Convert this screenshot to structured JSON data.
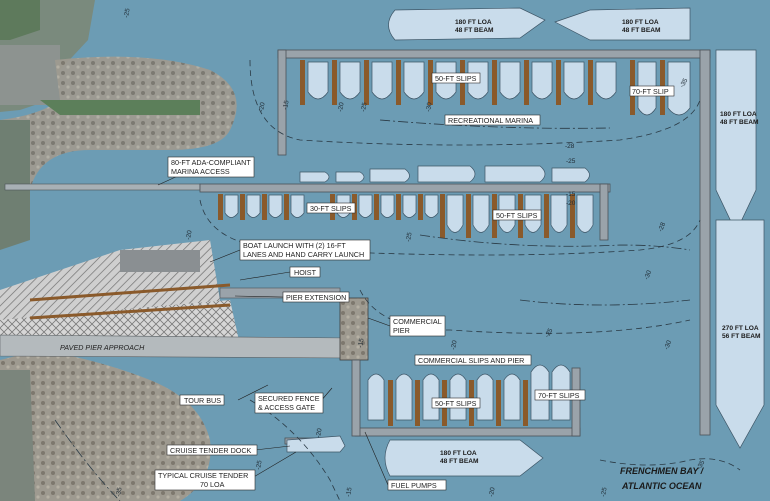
{
  "labels": {
    "ada_access_1": "80-FT ADA-COMPLIANT",
    "ada_access_2": "MARINA ACCESS",
    "slips_30": "30-FT SLIPS",
    "slips_50_mid": "50-FT SLIPS",
    "slips_50_top": "50-FT SLIPS",
    "slip_70_top": "70-FT SLIP",
    "recreational_marina": "RECREATIONAL MARINA",
    "boat_launch_1": "BOAT LAUNCH WITH (2) 16-FT",
    "boat_launch_2": "LANES AND HAND CARRY LAUNCH",
    "hoist": "HOIST",
    "pier_extension": "PIER EXTENSION",
    "commercial_pier_1": "COMMERCIAL",
    "commercial_pier_2": "PIER",
    "paved_pier_approach": "PAVED PIER APPROACH",
    "commercial_slips": "COMMERCIAL SLIPS AND PIER",
    "slips_50_bottom": "50-FT SLIPS",
    "slips_70_bottom": "70-FT SLIPS",
    "tour_bus": "TOUR BUS",
    "secured_fence_1": "SECURED FENCE",
    "secured_fence_2": "& ACCESS GATE",
    "cruise_tender_dock": "CRUISE TENDER DOCK",
    "typical_tender_1": "TYPICAL CRUISE TENDER",
    "typical_tender_2": "70 LOA",
    "fuel_pumps": "FUEL PUMPS",
    "ocean_1": "FRENCHMEN BAY /",
    "ocean_2": "ATLANTIC OCEAN"
  },
  "vessels": [
    {
      "loa": "180 FT LOA",
      "beam": "48 FT BEAM"
    },
    {
      "loa": "180 FT LOA",
      "beam": "48 FT BEAM"
    },
    {
      "loa": "180 FT LOA",
      "beam": "48 FT BEAM"
    },
    {
      "loa": "270 FT LOA",
      "beam": "56 FT BEAM"
    },
    {
      "loa": "180 FT LOA",
      "beam": "48 FT BEAM"
    }
  ],
  "depths": [
    "-15",
    "-20",
    "-25",
    "-28",
    "-30",
    "-35",
    "-15",
    "-20",
    "-25",
    "-28",
    "-30",
    "-20",
    "-25",
    "-15",
    "-20",
    "-25",
    "-30",
    "-35",
    "-20",
    "-25",
    "-15",
    "-20",
    "-25",
    "-20",
    "-25",
    "-35"
  ],
  "colors": {
    "water": "#6c9cb4",
    "land": "#7f8c86",
    "grass": "#5c7f5a",
    "dock": "#9aa3aa",
    "finger_pier": "#8a5a2b",
    "vessel": "#c9dceb"
  }
}
